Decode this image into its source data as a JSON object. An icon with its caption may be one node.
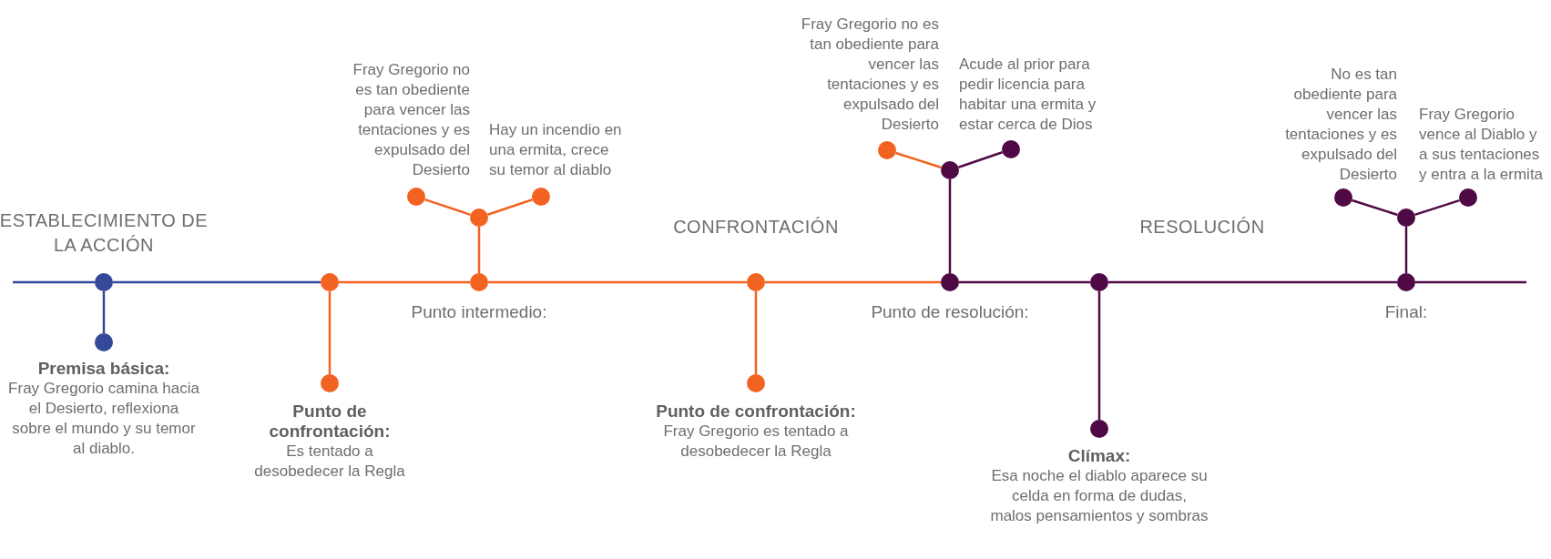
{
  "diagram": {
    "nodes": [
      {
        "text": [],
        "shape": "circle"
      },
      {
        "text": [],
        "shape": "circle",
        "beside": [
          "Premisa básica:",
          "Fray Gregorio camina hacia el Desierto, reflexiona sobre el mundo y su temor al diablo."
        ]
      },
      {
        "text": [],
        "shape": "circle"
      },
      {
        "text": [],
        "shape": "circle",
        "beside": [
          "Punto de confrontación:",
          "Es tentado a desobedecer la Regla"
        ]
      },
      {
        "text": [],
        "shape": "circle",
        "beside": [
          "Punto intermedio:"
        ]
      },
      {
        "text": [],
        "shape": "circle"
      },
      {
        "text": [],
        "shape": "circle",
        "beside": [
          "Fray Gregorio no es tan obediente para vencer las tentaciones y es expulsado del Desierto"
        ]
      },
      {
        "text": [],
        "shape": "circle",
        "beside": [
          "Hay un incendio en una ermita, crece su temor al diablo"
        ]
      },
      {
        "text": [],
        "shape": "circle"
      },
      {
        "text": [],
        "shape": "circle",
        "beside": [
          "Punto de confrontación:",
          "Fray Gregorio es tentado a desobedecer la Regla"
        ]
      },
      {
        "text": [],
        "shape": "circle",
        "beside": [
          "Punto de resolución:"
        ]
      },
      {
        "text": [],
        "shape": "circle"
      },
      {
        "text": [],
        "shape": "circle",
        "beside": [
          "Fray Gregorio no es tan obediente para vencer las tentaciones y es expulsado del Desierto"
        ]
      },
      {
        "text": [],
        "shape": "circle",
        "beside": [
          "Acude al prior para pedir licencia para habitar una ermita y estar cerca de Dios"
        ]
      },
      {
        "text": [],
        "shape": "circle"
      },
      {
        "text": [],
        "shape": "circle",
        "beside": [
          "Clímax:",
          "Esa noche el diablo aparece su celda en forma de dudas, malos pensamientos y sombras"
        ]
      },
      {
        "text": [],
        "shape": "circle",
        "beside": [
          "Final:"
        ]
      },
      {
        "text": [],
        "shape": "circle"
      },
      {
        "text": [],
        "shape": "circle",
        "beside": [
          "No es tan obediente para vencer las tentaciones y es expulsado del Desierto"
        ]
      },
      {
        "text": [],
        "shape": "circle",
        "beside": [
          "Fray Gregorio vence al Diablo y a sus tentaciones y entra a la ermita"
        ]
      }
    ],
    "edges": [
      {
        "from": null,
        "to": 0,
        "arrow": "none",
        "color": "#34499a"
      },
      {
        "from": 0,
        "to": 1,
        "arrow": "none",
        "color": "#34499a"
      },
      {
        "from": 0,
        "to": 2,
        "arrow": "none",
        "color": "#34499a"
      },
      {
        "from": 2,
        "to": 3,
        "arrow": "none",
        "color": "#f26322"
      },
      {
        "from": 2,
        "to": 4,
        "arrow": "none",
        "color": "#f26322"
      },
      {
        "from": 4,
        "to": 5,
        "arrow": "none",
        "color": "#f26322"
      },
      {
        "from": 5,
        "to": 6,
        "arrow": "none",
        "color": "#f26322"
      },
      {
        "from": 5,
        "to": 7,
        "arrow": "none",
        "color": "#f26322"
      },
      {
        "from": 4,
        "to": 8,
        "arrow": "none",
        "color": "#f26322"
      },
      {
        "from": 8,
        "to": 9,
        "arrow": "none",
        "color": "#f26322"
      },
      {
        "from": 8,
        "to": 10,
        "arrow": "none",
        "color": "#f26322"
      },
      {
        "from": 10,
        "to": 11,
        "arrow": "none",
        "color": "#4f0a45"
      },
      {
        "from": 11,
        "to": 13,
        "arrow": "none",
        "color": "#4f0a45"
      },
      {
        "from": 11,
        "to": 12,
        "arrow": "none",
        "color": "#f26322"
      },
      {
        "from": 10,
        "to": 14,
        "arrow": "none",
        "color": "#4f0a45"
      },
      {
        "from": 14,
        "to": 15,
        "arrow": "none",
        "color": "#4f0a45"
      },
      {
        "from": 14,
        "to": 16,
        "arrow": "none",
        "color": "#4f0a45"
      },
      {
        "from": 16,
        "to": 17,
        "arrow": "none",
        "color": "#4f0a45"
      },
      {
        "from": 17,
        "to": 18,
        "arrow": "none",
        "color": "#4f0a45"
      },
      {
        "from": 17,
        "to": 19,
        "arrow": "none",
        "color": "#4f0a45"
      },
      {
        "from": 16,
        "to": null,
        "arrow": "none",
        "color": "#4f0a45"
      }
    ],
    "labels": [
      "ESTABLECIMIENTO DE LA ACCIÓN",
      "CONFRONTACIÓN",
      "RESOLUCIÓN"
    ]
  }
}
